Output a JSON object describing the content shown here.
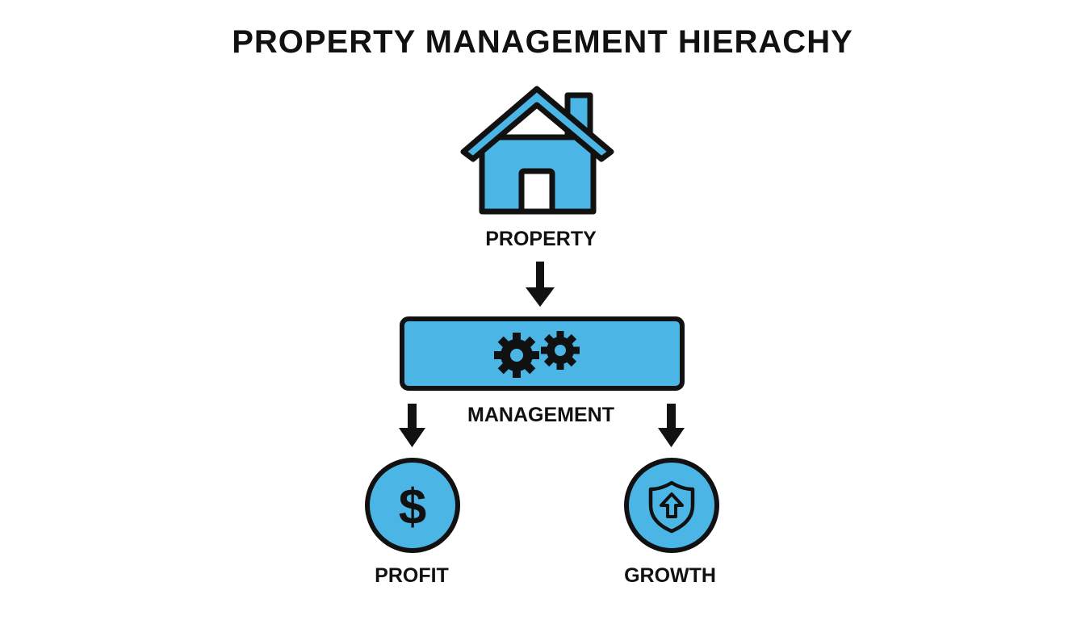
{
  "title": "PROPERTY MANAGEMENT HIERACHY",
  "nodes": {
    "property": {
      "label": "PROPERTY",
      "icon": "house-icon"
    },
    "management": {
      "label": "MANAGEMENT",
      "icon": "gears-icon"
    },
    "profit": {
      "label": "PROFIT",
      "icon": "dollar-sign-icon"
    },
    "growth": {
      "label": "GROWTH",
      "icon": "shield-up-arrow-icon"
    }
  },
  "edges": [
    {
      "from": "PROPERTY",
      "to": "MANAGEMENT"
    },
    {
      "from": "MANAGEMENT",
      "to": "PROFIT"
    },
    {
      "from": "MANAGEMENT",
      "to": "GROWTH"
    }
  ],
  "colors": {
    "fill": "#4bb6e5",
    "stroke": "#111111",
    "background": "#ffffff"
  }
}
